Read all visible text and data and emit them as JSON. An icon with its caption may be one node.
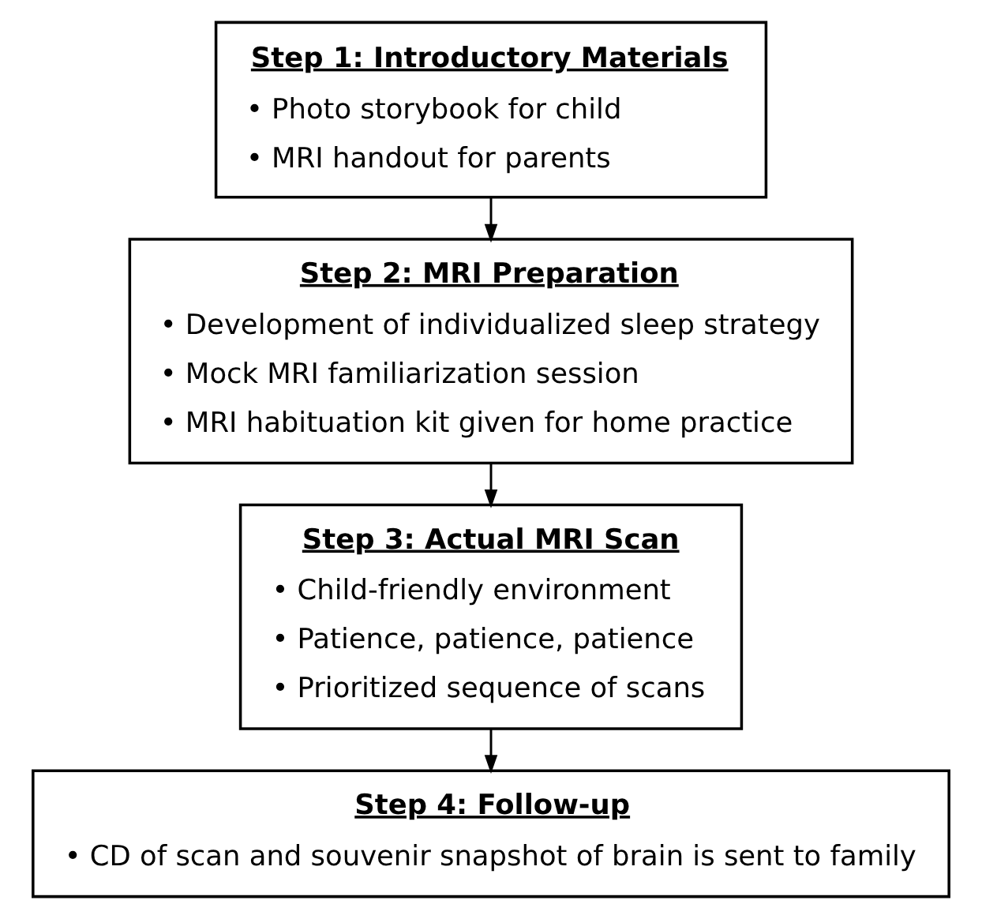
{
  "diagram": {
    "nodes": [
      {
        "text": [
          "Step 1: Introductory Materials",
          "• Photo storybook for child",
          "• MRI handout for parents"
        ]
      },
      {
        "text": [
          "Step 2: MRI Preparation",
          "• Development of individualized sleep strategy",
          "• Mock MRI familiarization session",
          "• MRI habituation kit given for home practice"
        ]
      },
      {
        "text": [
          "Step 3: Actual MRI Scan",
          "• Child-friendly environment",
          "• Patience, patience, patience",
          "• Prioritized sequence of scans"
        ]
      },
      {
        "text": [
          "Step 4: Follow-up",
          "• CD of scan and souvenir snapshot of brain is sent to family"
        ]
      }
    ],
    "edges": [
      {
        "from": 0,
        "to": 1,
        "arrow": "to"
      },
      {
        "from": 1,
        "to": 2,
        "arrow": "to"
      },
      {
        "from": 2,
        "to": 3,
        "arrow": "to"
      }
    ]
  }
}
